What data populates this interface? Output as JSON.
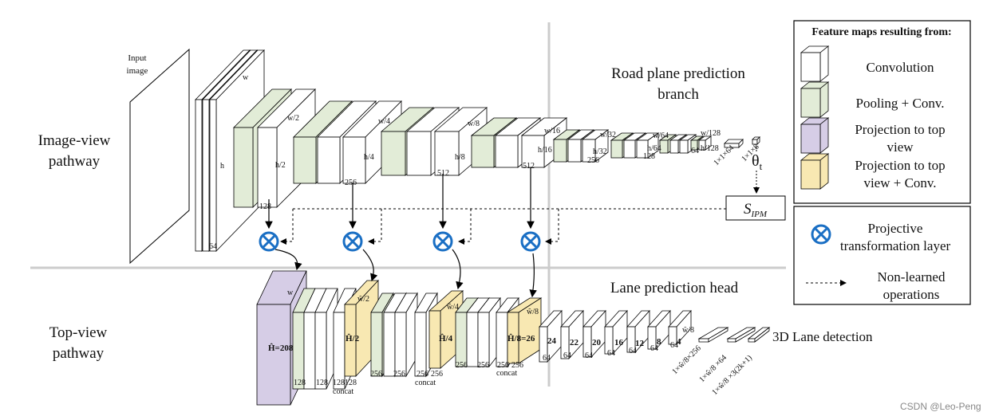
{
  "sections": {
    "image_view": "Image-view pathway",
    "image_view_l1": "Image-view",
    "image_view_l2": "pathway",
    "top_view_l1": "Top-view",
    "top_view_l2": "pathway",
    "road_plane_l1": "Road plane prediction",
    "road_plane_l2": "branch",
    "lane_head": "Lane prediction head",
    "lane_detection": "3D Lane detection"
  },
  "input": {
    "label_l1": "Input",
    "label_l2": "image"
  },
  "image_view_labels": {
    "w": "w",
    "h": "h",
    "c64": "64",
    "w2": "w/2",
    "h2": "h/2",
    "c128": "128",
    "w4": "w/4",
    "h4": "h/4",
    "c256": "256",
    "w8": "w/8",
    "h8": "h/8",
    "c512a": "512",
    "w16": "w/16",
    "h16": "h/16",
    "c512b": "512",
    "w32": "w/32",
    "h32": "h/32",
    "c256b": "256",
    "w64": "w/64",
    "h64": "h/64",
    "c128b": "128",
    "w128": "w/128",
    "h128": "h/128",
    "c64b": "64",
    "fc1": "1×1×64",
    "fc2": "1×1×8",
    "theta": "θ",
    "theta_sub": "t"
  },
  "sipm": {
    "main": "S",
    "sub": "IPM"
  },
  "top_view_labels": {
    "H208": "Ĥ=208",
    "w_top": "w",
    "c128_1": "128",
    "c128_2": "128",
    "c128_3": "128",
    "c128_4": "128",
    "concat1": "concat",
    "H2": "Ĥ/2",
    "w2": "ŵ/2",
    "c256_1": "256",
    "c256_2": "256",
    "c256_3": "256",
    "c256_4": "256",
    "concat2": "concat",
    "H4": "Ĥ/4",
    "w4": "ŵ/4",
    "c256_5": "256",
    "c256_6": "256",
    "c256_7": "256",
    "c256_8": "256",
    "concat3": "concat",
    "H8": "Ĥ/8=26",
    "w8": "ŵ/8",
    "n24": "24",
    "n22": "22",
    "n20": "20",
    "n16": "16",
    "n12": "12",
    "n8": "8",
    "n4": "4",
    "c64_1": "64",
    "c64_2": "64",
    "c64_3": "64",
    "c64_4": "64",
    "c64_5": "64",
    "c64_6": "64",
    "c64_7": "64",
    "w8b": "ŵ/8",
    "fc_a": "1×ŵ/8×256",
    "fc_b": "1×ŵ/8 ×64",
    "fc_c": "1×ŵ/8 ×3(2k+1)"
  },
  "legend": {
    "title": "Feature maps resulting from:",
    "items": [
      {
        "label_l1": "Convolution",
        "label_l2": "",
        "color": "#ffffff"
      },
      {
        "label_l1": "Pooling + Conv.",
        "label_l2": "",
        "color": "#e2ecd7"
      },
      {
        "label_l1": "Projection to top",
        "label_l2": "view",
        "color": "#d6cde6"
      },
      {
        "label_l1": "Projection to top",
        "label_l2": "view + Conv.",
        "color": "#f8e8b2"
      }
    ],
    "proj_l1": "Projective",
    "proj_l2": "transformation layer",
    "nl_l1": "Non-learned",
    "nl_l2": "operations"
  },
  "colors": {
    "conv": "#ffffff",
    "pool": "#e2ecd7",
    "proj": "#d6cde6",
    "projconv": "#f8e8b2",
    "proj_node": "#1a6fc4",
    "divider": "#cccccc"
  },
  "watermark": "CSDN @Leo-Peng"
}
